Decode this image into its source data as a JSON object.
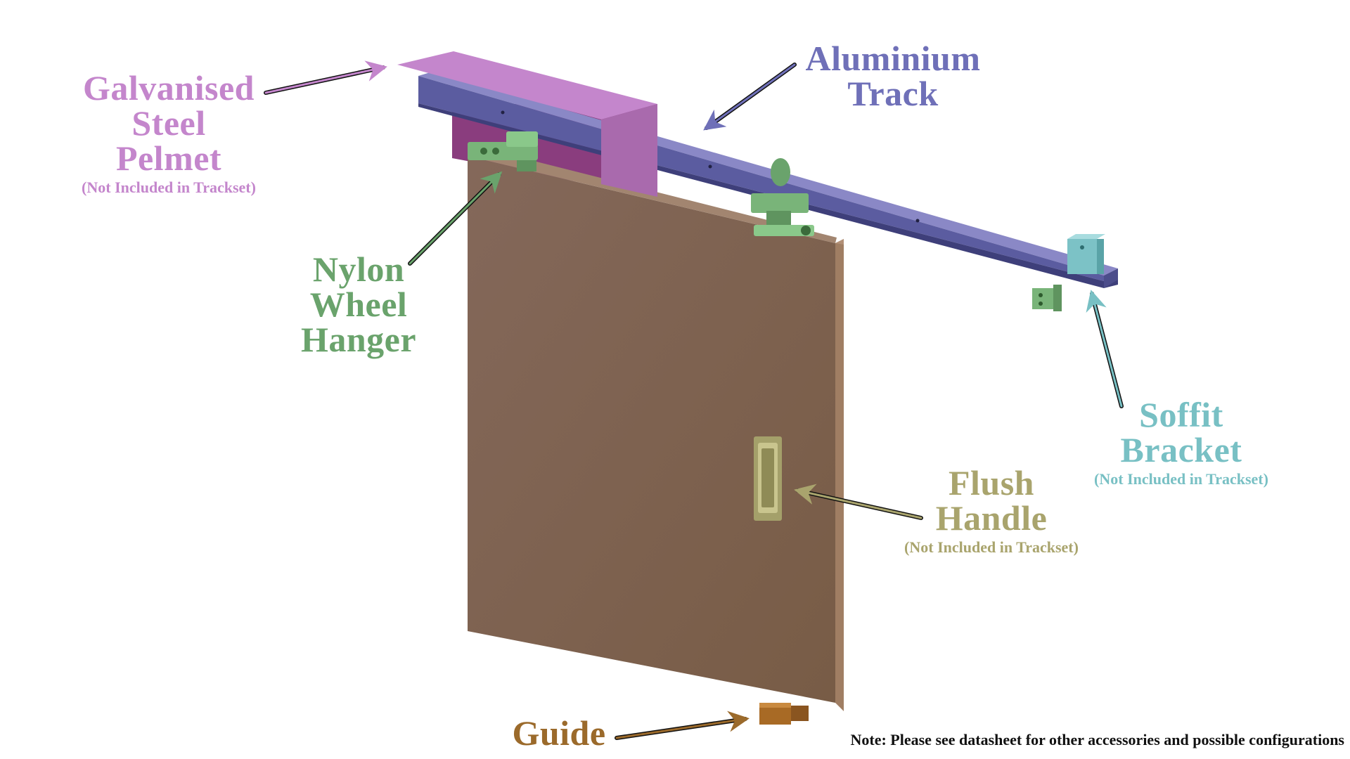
{
  "colors": {
    "pelmet": "#c486cc",
    "track": "#6f70b8",
    "hanger": "#6aa36c",
    "soffit": "#78c0c4",
    "handle": "#a9a46d",
    "guide": "#9b6a2b",
    "door": "#7f6350",
    "note": "#111111"
  },
  "labels": {
    "pelmet": {
      "lines": [
        "Galvanised",
        "Steel",
        "Pelmet"
      ],
      "sub": "(Not Included in Trackset)"
    },
    "track": {
      "lines": [
        "Aluminium",
        "Track"
      ]
    },
    "hanger": {
      "lines": [
        "Nylon",
        "Wheel",
        "Hanger"
      ]
    },
    "soffit": {
      "lines": [
        "Soffit",
        "Bracket"
      ],
      "sub": "(Not Included in Trackset)"
    },
    "handle": {
      "lines": [
        "Flush",
        "Handle"
      ],
      "sub": "(Not Included in Trackset)"
    },
    "guide": {
      "lines": [
        "Guide"
      ]
    }
  },
  "note": "Note: Please see datasheet for other accessories and possible configurations"
}
